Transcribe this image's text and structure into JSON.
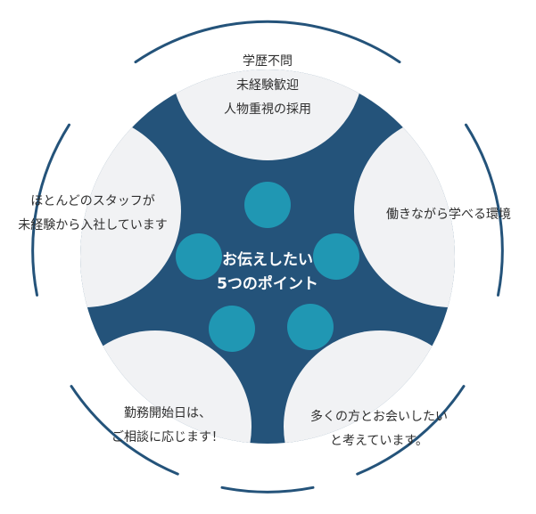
{
  "colors": {
    "navy": "#24537a",
    "teal": "#2097b3",
    "lobe": "#f1f2f4",
    "text": "#2f2f2f",
    "center_text": "#ffffff"
  },
  "center": {
    "line1": "お伝えしたい",
    "line2": "5つのポイント"
  },
  "points": {
    "top": {
      "line1": "学歴不問",
      "line2": "未経験歓迎",
      "line3": "人物重視の採用"
    },
    "right": {
      "line1": "働きながら学べる環境"
    },
    "left": {
      "line1": "ほとんどのスタッフが",
      "line2": "未経験から入社しています"
    },
    "bottom_left": {
      "line1": "勤務開始日は、",
      "line2": "ご相談に応じます！"
    },
    "bottom_right": {
      "line1": "多くの方とお会いしたい",
      "line2": "と考えています。"
    }
  }
}
